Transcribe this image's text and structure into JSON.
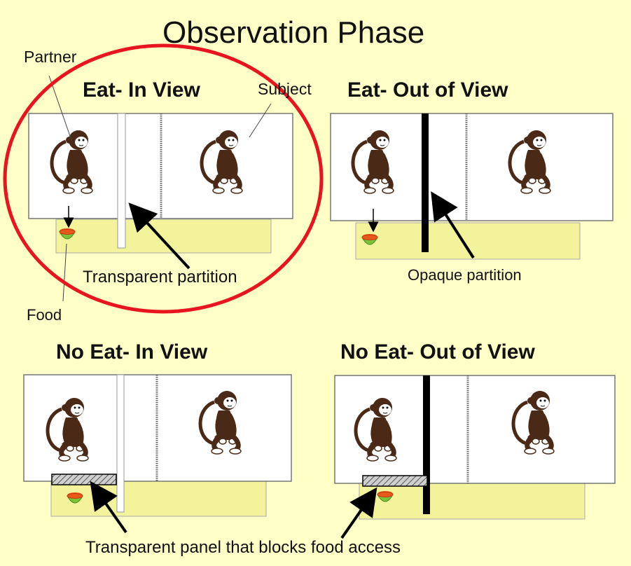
{
  "title": "Observation Phase",
  "panels": [
    {
      "title": "Eat- In View",
      "partition": "transparent",
      "food_access": "open"
    },
    {
      "title": "Eat- Out of View",
      "partition": "opaque",
      "food_access": "open"
    },
    {
      "title": "No Eat- In View",
      "partition": "transparent",
      "food_access": "blocked"
    },
    {
      "title": "No Eat- Out of View",
      "partition": "opaque",
      "food_access": "blocked"
    }
  ],
  "labels": {
    "partner": "Partner",
    "subject": "Subject",
    "food": "Food",
    "transparent_partition": "Transparent partition",
    "opaque_partition": "Opaque partition",
    "blocking_panel": "Transparent panel that blocks food access"
  },
  "colors": {
    "background": "#ffffc8",
    "food_box": "#f3f39b",
    "highlight_circle": "#e8141e",
    "monkey": "#4a2a16",
    "opaque_partition": "#000000"
  }
}
